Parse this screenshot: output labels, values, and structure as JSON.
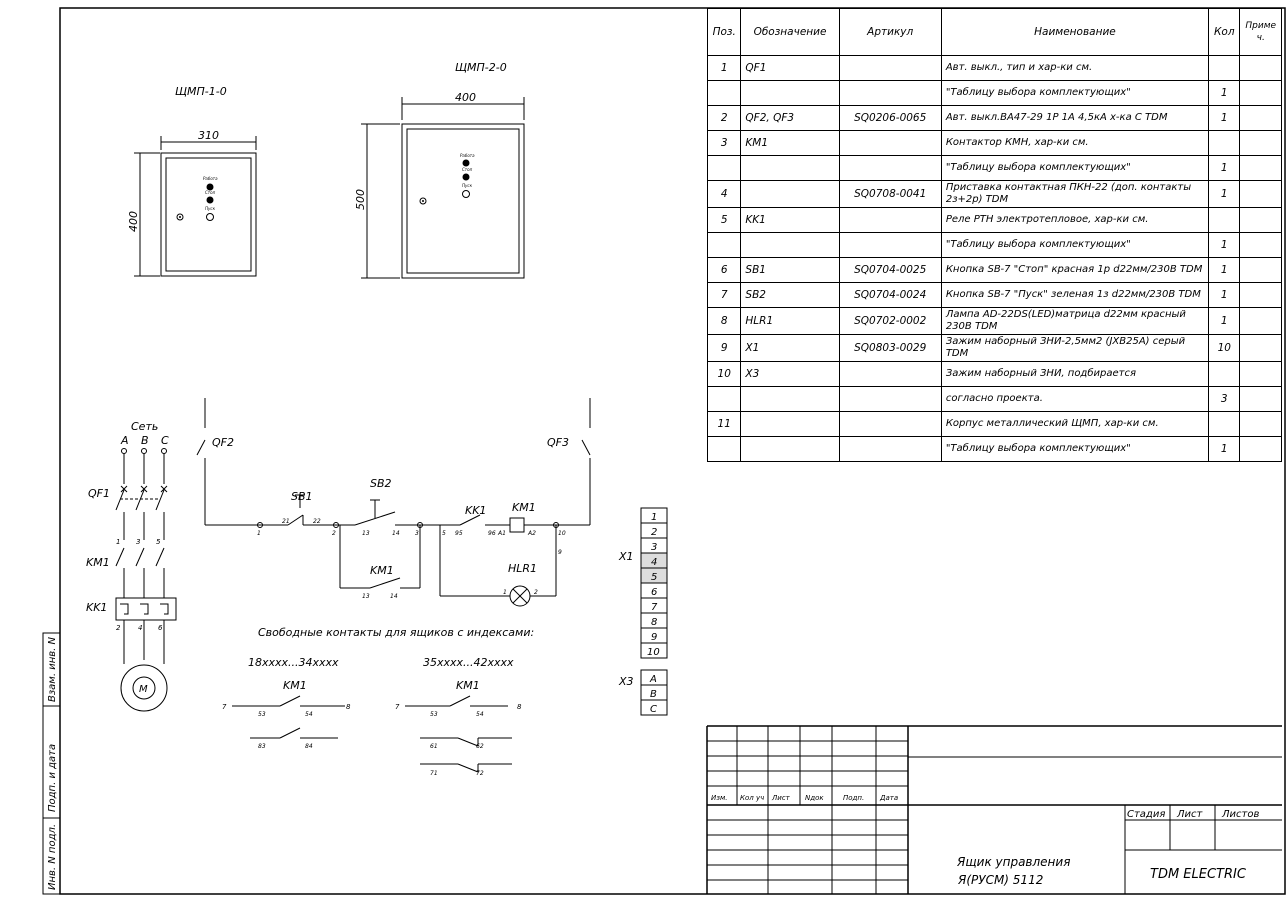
{
  "cabinets": {
    "small": {
      "name": "ЩМП-1-0",
      "width_dim": "310",
      "height_dim": "400",
      "labels": [
        "Работа",
        "Стоп",
        "Пуск"
      ]
    },
    "large": {
      "name": "ЩМП-2-0",
      "width_dim": "400",
      "height_dim": "500",
      "labels": [
        "Работа",
        "Стоп",
        "Пуск"
      ]
    }
  },
  "schematic": {
    "network_label": "Сеть",
    "phases": [
      "A",
      "B",
      "C"
    ],
    "qf1": "QF1",
    "qf2": "QF2",
    "qf3": "QF3",
    "km1": "KM1",
    "kk1": "KK1",
    "sb1": "SB1",
    "sb2": "SB2",
    "hlr1": "HLR1",
    "motor": "M",
    "power_terminals": [
      "1",
      "3",
      "5",
      "2",
      "4",
      "6"
    ],
    "wire_labels": [
      "1",
      "21",
      "22",
      "2",
      "13",
      "14",
      "3",
      "13",
      "14",
      "5",
      "95",
      "96",
      "A1",
      "A2",
      "10",
      "9",
      "1",
      "2"
    ],
    "free_contacts_title": "Свободные контакты для ящиков с индексами:",
    "group1": {
      "range": "18xxxx...34xxxx",
      "km": "KM1",
      "terms": [
        "7",
        "53",
        "54",
        "8",
        "83",
        "84"
      ]
    },
    "group2": {
      "range": "35xxxx...42xxxx",
      "km": "KM1",
      "terms": [
        "7",
        "53",
        "54",
        "8",
        "61",
        "62",
        "71",
        "72"
      ]
    }
  },
  "terminals": {
    "x1_label": "X1",
    "x1_items": [
      "1",
      "2",
      "3",
      "4",
      "5",
      "6",
      "7",
      "8",
      "9",
      "10"
    ],
    "x3_label": "X3",
    "x3_items": [
      "A",
      "B",
      "C"
    ]
  },
  "bom": {
    "headers": [
      "Поз.",
      "Обозначение",
      "Артикул",
      "Наименование",
      "Кол",
      "Приме ч."
    ],
    "rows": [
      {
        "pos": "1",
        "des": "QF1",
        "art": "",
        "name": "Авт. выкл., тип и хар-ки см.",
        "qty": "",
        "note": ""
      },
      {
        "pos": "",
        "des": "",
        "art": "",
        "name": "\"Таблицу выбора комплектующих\"",
        "qty": "1",
        "note": ""
      },
      {
        "pos": "2",
        "des": "QF2, QF3",
        "art": "SQ0206-0065",
        "name": "Авт. выкл.ВА47-29 1Р 1А 4,5кА х-ка С TDM",
        "qty": "1",
        "note": ""
      },
      {
        "pos": "3",
        "des": "KM1",
        "art": "",
        "name": "Контактор КМН, хар-ки см.",
        "qty": "",
        "note": ""
      },
      {
        "pos": "",
        "des": "",
        "art": "",
        "name": "\"Таблицу выбора комплектующих\"",
        "qty": "1",
        "note": ""
      },
      {
        "pos": "4",
        "des": "",
        "art": "SQ0708-0041",
        "name": "Приставка контактная ПКН-22 (доп. контакты 2з+2р) TDM",
        "qty": "1",
        "note": ""
      },
      {
        "pos": "5",
        "des": "KK1",
        "art": "",
        "name": "Реле РТН электротепловое, хар-ки см.",
        "qty": "",
        "note": ""
      },
      {
        "pos": "",
        "des": "",
        "art": "",
        "name": "\"Таблицу выбора комплектующих\"",
        "qty": "1",
        "note": ""
      },
      {
        "pos": "6",
        "des": "SB1",
        "art": "SQ0704-0025",
        "name": "Кнопка SB-7 \"Стоп\" красная 1р d22мм/230В TDM",
        "qty": "1",
        "note": ""
      },
      {
        "pos": "7",
        "des": "SB2",
        "art": "SQ0704-0024",
        "name": "Кнопка SB-7 \"Пуск\" зеленая 1з d22мм/230В TDM",
        "qty": "1",
        "note": ""
      },
      {
        "pos": "8",
        "des": "HLR1",
        "art": "SQ0702-0002",
        "name": "Лампа AD-22DS(LED)матрица d22мм красный 230В TDM",
        "qty": "1",
        "note": ""
      },
      {
        "pos": "9",
        "des": "X1",
        "art": "SQ0803-0029",
        "name": "Зажим наборный ЗНИ-2,5мм2 (JXB25A) серый TDM",
        "qty": "10",
        "note": ""
      },
      {
        "pos": "10",
        "des": "X3",
        "art": "",
        "name": "Зажим наборный ЗНИ, подбирается",
        "qty": "",
        "note": ""
      },
      {
        "pos": "",
        "des": "",
        "art": "",
        "name": "согласно проекта.",
        "qty": "3",
        "note": ""
      },
      {
        "pos": "11",
        "des": "",
        "art": "",
        "name": "Корпус металлический ЩМП, хар-ки см.",
        "qty": "",
        "note": ""
      },
      {
        "pos": "",
        "des": "",
        "art": "",
        "name": "\"Таблицу выбора комплектующих\"",
        "qty": "1",
        "note": ""
      }
    ]
  },
  "title_block": {
    "cols": [
      "Изм.",
      "Кол уч",
      "Лист",
      "Nдок",
      "Подп.",
      "Дата"
    ],
    "stage_labels": [
      "Стадия",
      "Лист",
      "Листов"
    ],
    "doc_title_1": "Ящик управления",
    "doc_title_2": "Я(РУСМ) 5112",
    "company": "TDM ELECTRIC"
  },
  "side_stamps": [
    "Инв. N подл.",
    "Подп. и дата",
    "Взам. инв. N"
  ]
}
